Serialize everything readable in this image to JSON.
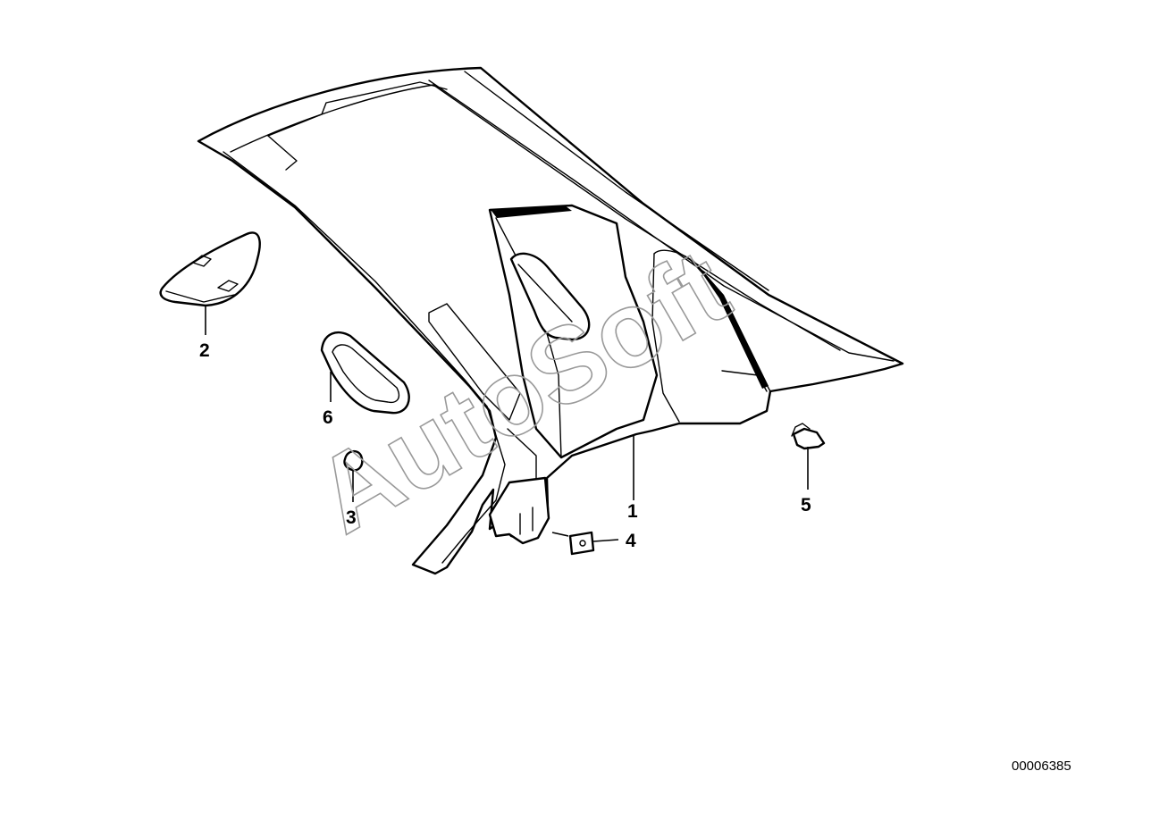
{
  "diagram": {
    "callouts": [
      {
        "id": "1",
        "label": "1"
      },
      {
        "id": "2",
        "label": "2"
      },
      {
        "id": "3",
        "label": "3"
      },
      {
        "id": "4",
        "label": "4"
      },
      {
        "id": "5",
        "label": "5"
      },
      {
        "id": "6",
        "label": "6"
      }
    ],
    "watermark": "AutoSoft",
    "reference_number": "00006385"
  }
}
